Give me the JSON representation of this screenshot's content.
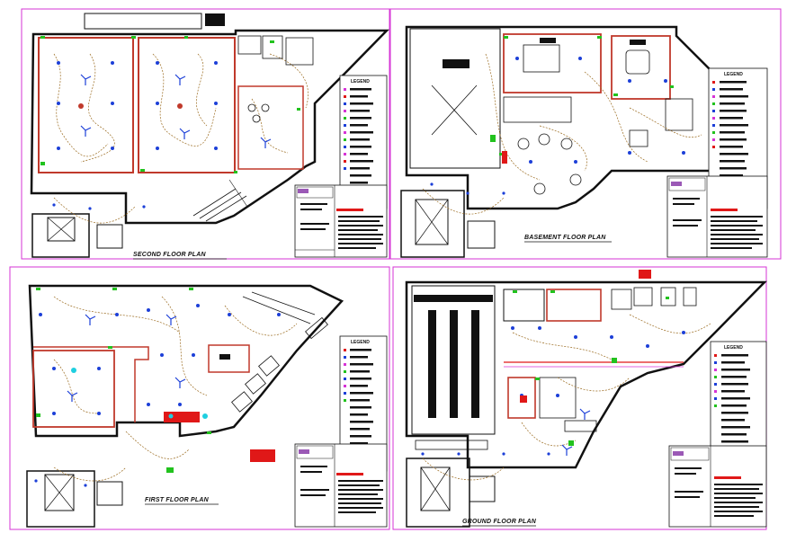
{
  "sheet": {
    "colors": {
      "border": "#d633d6",
      "wall": "#111111",
      "wire": "#9a6a1e",
      "room_outline": "#c0392b",
      "lamp": "#1c3fd8",
      "switch": "#22c21e",
      "fan": "#1c3fd8",
      "accent_red": "#e01818",
      "cyan": "#1ecfe0"
    },
    "panels": [
      {
        "title": "SECOND FLOOR PLAN",
        "legend_heading": "LEGEND"
      },
      {
        "title": "BASEMENT FLOOR PLAN",
        "legend_heading": "LEGEND"
      },
      {
        "title": "FIRST FLOOR PLAN",
        "legend_heading": "LEGEND"
      },
      {
        "title": "GROUND FLOOR PLAN",
        "legend_heading": "LEGEND"
      }
    ]
  }
}
